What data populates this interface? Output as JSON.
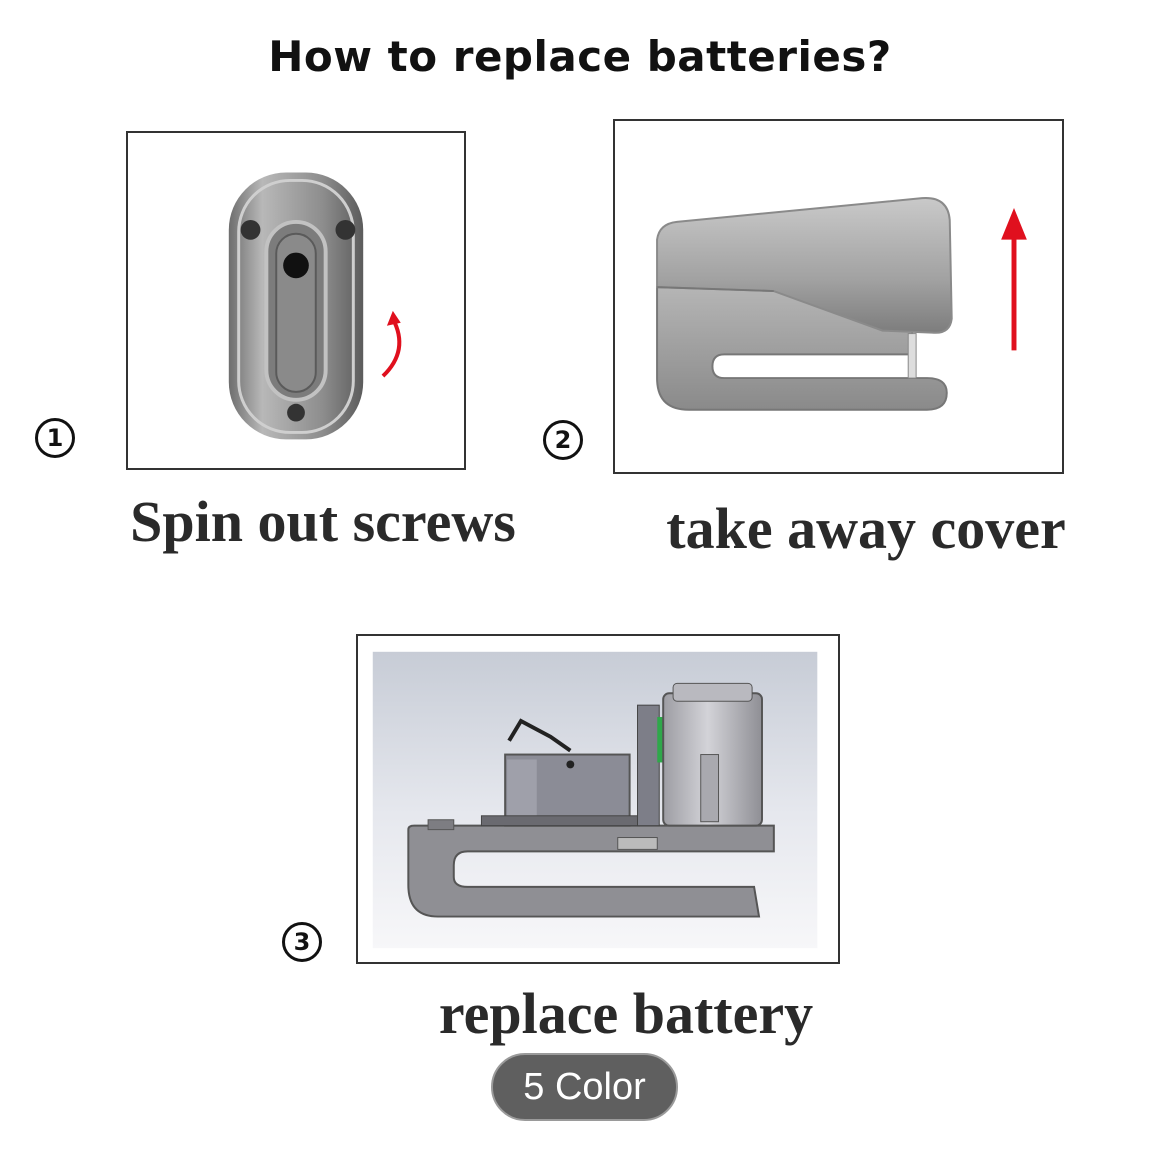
{
  "title": "How to replace batteries?",
  "steps": [
    {
      "number": "1",
      "caption": "Spin out screws"
    },
    {
      "number": "2",
      "caption": "take away cover"
    },
    {
      "number": "3",
      "caption": "replace battery"
    }
  ],
  "badge": {
    "label": "5 Color"
  },
  "colors": {
    "arrow": "#e0101e",
    "device": "#9a9a9a",
    "badge_bg": "#5f5f5f"
  }
}
